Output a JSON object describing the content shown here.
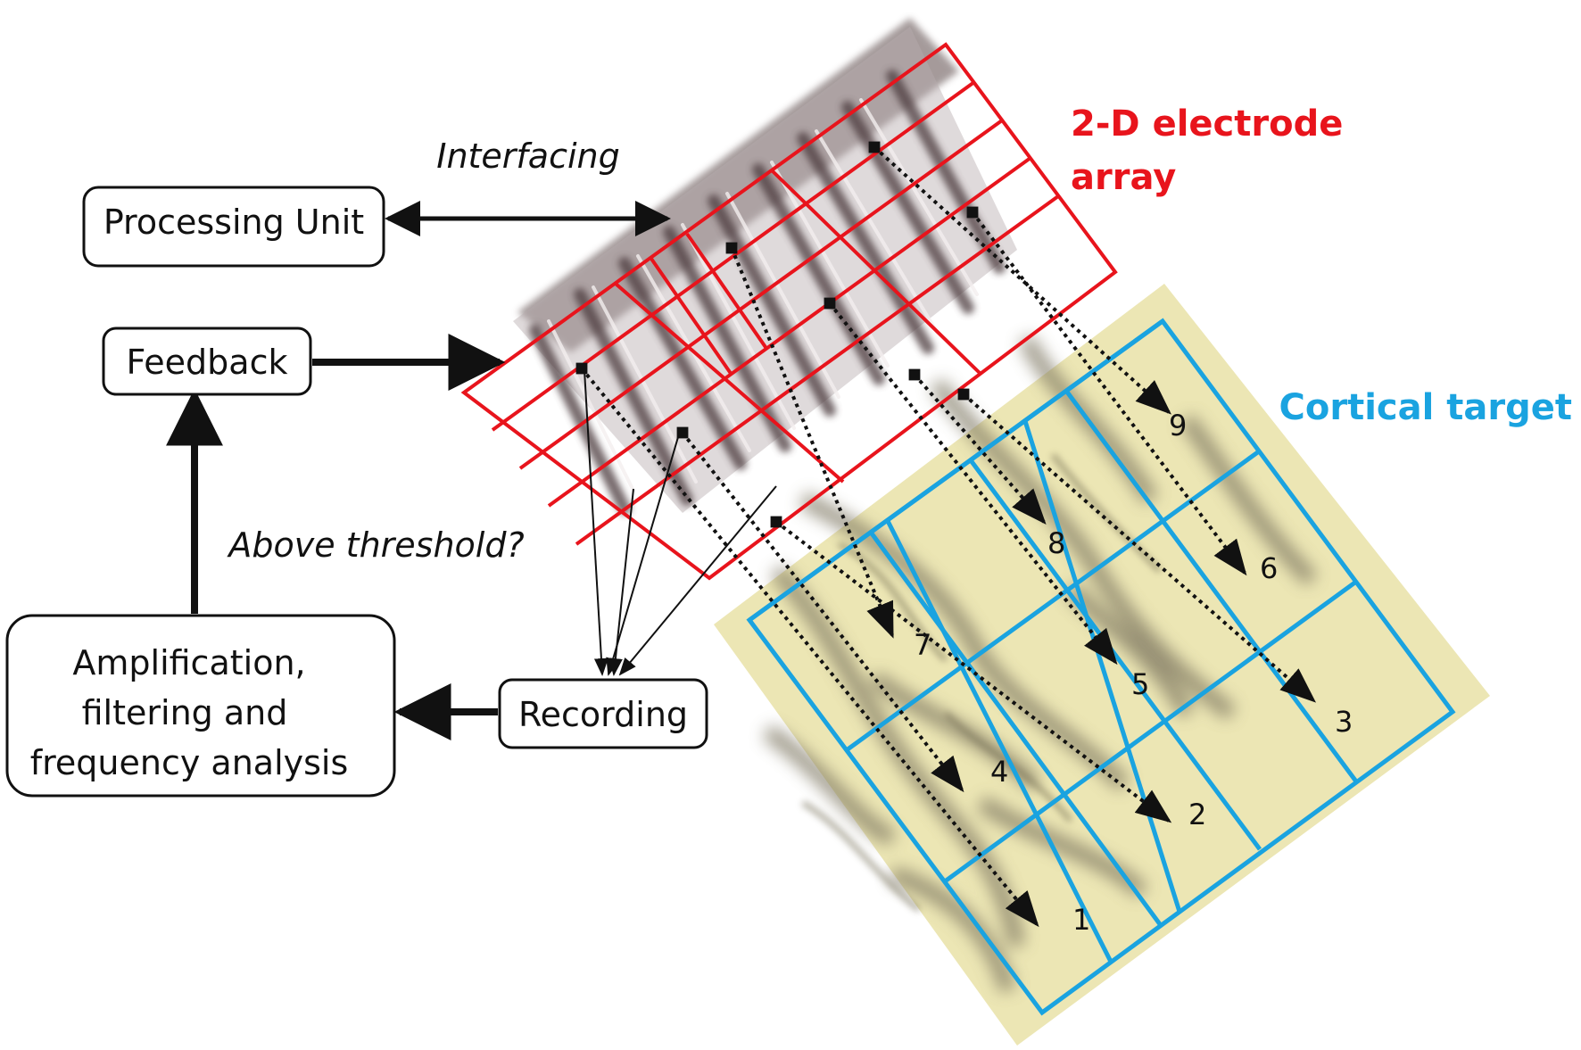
{
  "boxes": {
    "processing_unit": "Processing Unit",
    "feedback": "Feedback",
    "amplification_line1": "Amplification,",
    "amplification_line2": "filtering and",
    "amplification_line3": "frequency analysis",
    "recording": "Recording"
  },
  "labels": {
    "interfacing": "Interfacing",
    "above_threshold": "Above threshold?",
    "electrode_array_line1": "2-D electrode",
    "electrode_array_line2": "array",
    "cortical_target": "Cortical target"
  },
  "target_numbers": [
    "1",
    "2",
    "3",
    "4",
    "5",
    "6",
    "7",
    "8",
    "9"
  ],
  "colors": {
    "electrode_grid": "#e8141c",
    "cortical_grid": "#1aa3e0",
    "cortex_fill": "#ece6b4",
    "cortex_vessel": "#8a8468",
    "electrode_body": "#7a6a6a"
  }
}
